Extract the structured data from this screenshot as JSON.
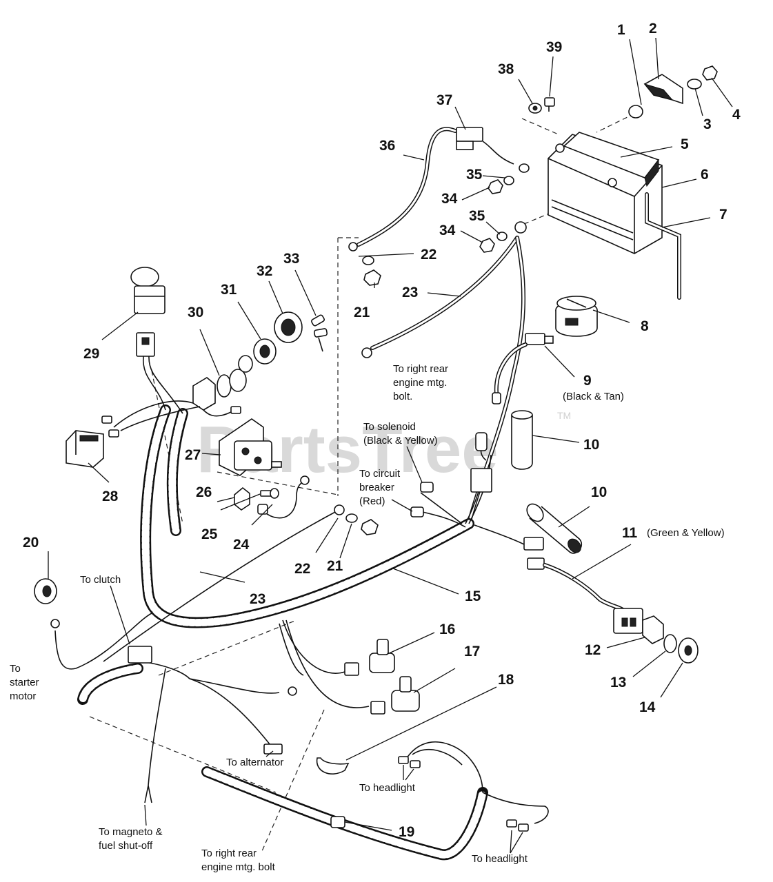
{
  "watermark": {
    "text": "PartsTree",
    "trademark": "TM"
  },
  "callouts": {
    "c1": "1",
    "c2": "2",
    "c3": "3",
    "c4": "4",
    "c5": "5",
    "c6": "6",
    "c7": "7",
    "c8": "8",
    "c9": "9",
    "c10a": "10",
    "c10b": "10",
    "c11": "11",
    "c12": "12",
    "c13": "13",
    "c14": "14",
    "c15": "15",
    "c16": "16",
    "c17": "17",
    "c18": "18",
    "c19": "19",
    "c20": "20",
    "c21a": "21",
    "c21b": "21",
    "c22a": "22",
    "c22b": "22",
    "c23a": "23",
    "c23b": "23",
    "c24": "24",
    "c25": "25",
    "c26": "26",
    "c27": "27",
    "c28": "28",
    "c29": "29",
    "c30": "30",
    "c31": "31",
    "c32": "32",
    "c33": "33",
    "c34a": "34",
    "c34b": "34",
    "c35a": "35",
    "c35b": "35",
    "c36": "36",
    "c37": "37",
    "c38": "38",
    "c39": "39"
  },
  "notes": {
    "black_tan": "(Black & Tan)",
    "green_yellow": "(Green & Yellow)",
    "right_rear_top": [
      "To right rear",
      "engine mtg.",
      "bolt."
    ],
    "solenoid": [
      "To solenoid",
      "(Black & Yellow)"
    ],
    "circuit_breaker": [
      "To circuit",
      "breaker",
      "(Red)"
    ],
    "clutch": "To clutch",
    "starter": [
      "To",
      "starter",
      "motor"
    ],
    "alternator": "To alternator",
    "headlight_1": "To headlight",
    "headlight_2": "To headlight",
    "magneto": [
      "To magneto &",
      "fuel shut-off"
    ],
    "right_rear_bottom": [
      "To right rear",
      "engine mtg. bolt"
    ]
  }
}
